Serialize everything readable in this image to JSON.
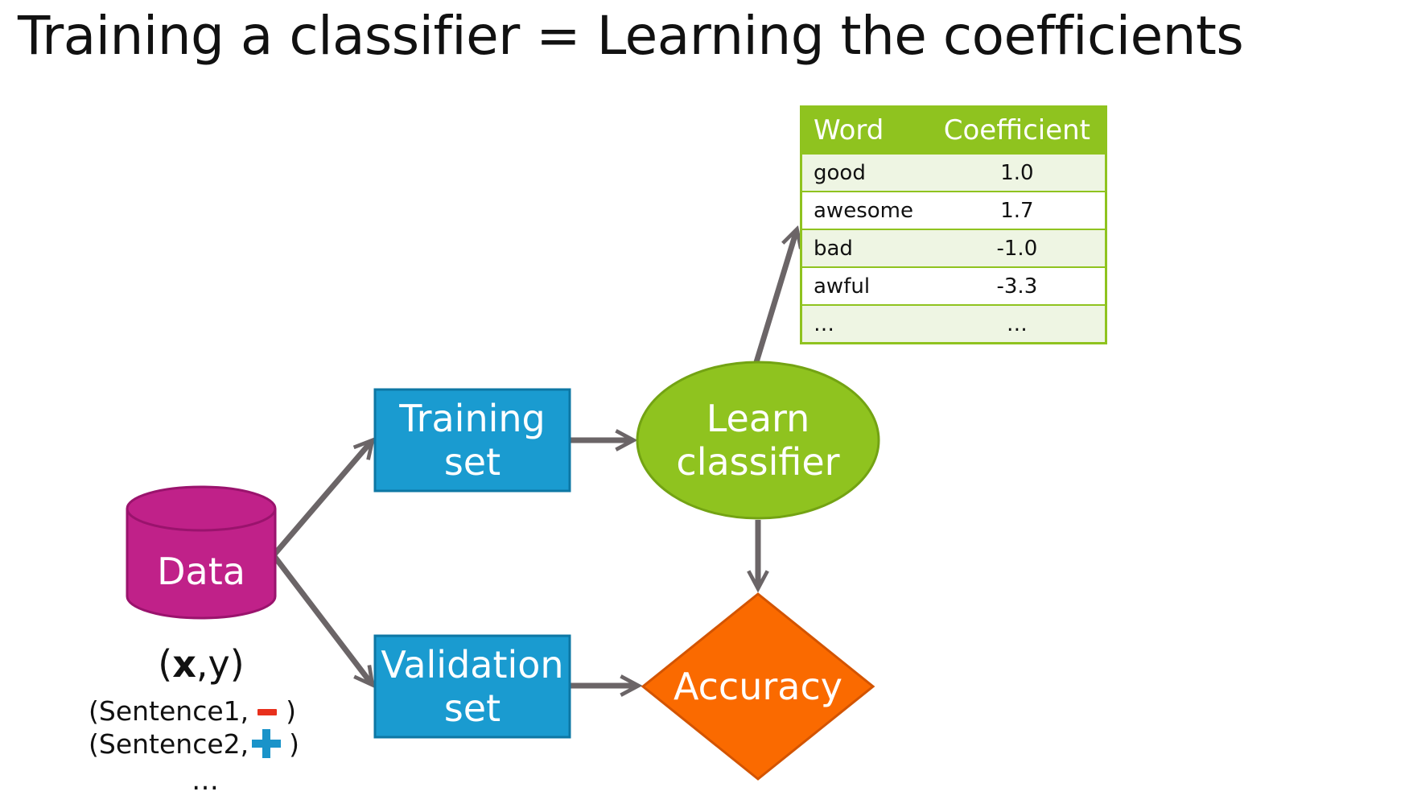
{
  "title": "Training a classifier = Learning the coefficients",
  "nodes": {
    "data": "Data",
    "training_set": [
      "Training",
      "set"
    ],
    "validation_set": [
      "Validation",
      "set"
    ],
    "learn_classifier": [
      "Learn",
      "classifier"
    ],
    "accuracy": "Accuracy"
  },
  "data_notation": {
    "x": "x",
    "y": "y",
    "examples": [
      {
        "text": "(Sentence1,",
        "sign": "minus",
        "close": ")"
      },
      {
        "text": "(Sentence2,",
        "sign": "plus",
        "close": ")"
      }
    ],
    "ellipsis": "…"
  },
  "coefficient_table": {
    "headers": [
      "Word",
      "Coefficient"
    ],
    "rows": [
      [
        "good",
        "1.0"
      ],
      [
        "awesome",
        "1.7"
      ],
      [
        "bad",
        "-1.0"
      ],
      [
        "awful",
        "-3.3"
      ],
      [
        "…",
        "…"
      ]
    ]
  },
  "colors": {
    "data": "#c02189",
    "sets": "#1a9bd0",
    "classifier": "#8fc31f",
    "accuracy": "#fa6a00",
    "arrows": "#6b6567",
    "minus_sign": "#e8301c",
    "plus_sign": "#1a93c9"
  }
}
